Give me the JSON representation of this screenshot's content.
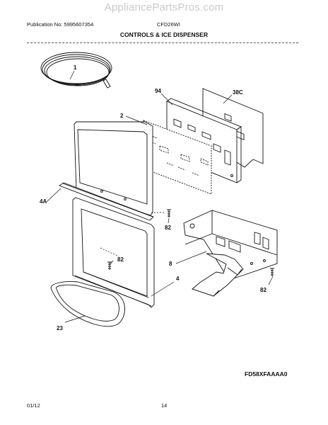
{
  "watermark": "AppliancePartsPros.com",
  "header": {
    "publication": "Publication No: 5995607354",
    "model": "CFD26WI",
    "title": "CONTROLS & ICE DISPENSER"
  },
  "callouts": {
    "c1": "1",
    "c94": "94",
    "c38c": "38C",
    "c2": "2",
    "c4a": "4A",
    "c82a": "82",
    "c8": "8",
    "c82b": "82",
    "c4": "4",
    "c82c": "82",
    "c23": "23"
  },
  "footer": {
    "diagram_code": "FD58XFAAAA0",
    "date": "01/12",
    "page": "14"
  }
}
